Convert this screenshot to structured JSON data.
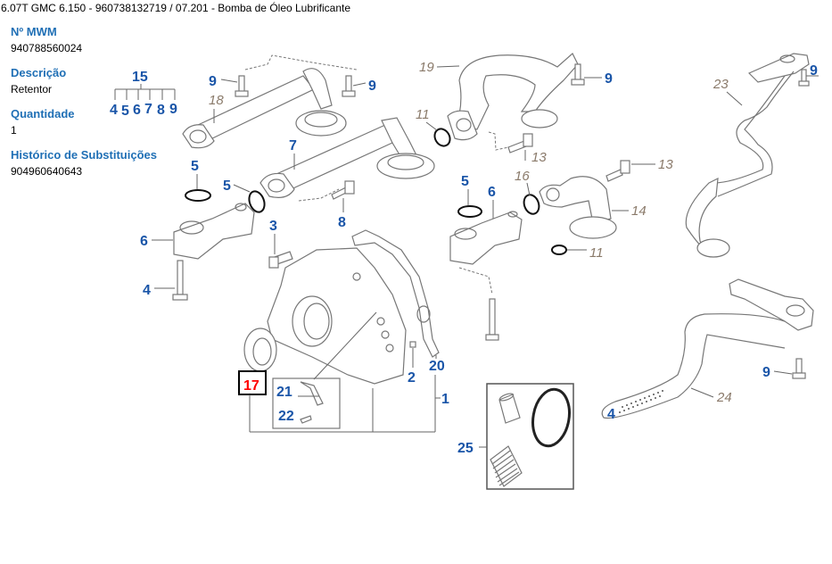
{
  "header": {
    "title": "6.07T GMC 6.150 - 960738132719  /  07.201 - Bomba de Óleo Lubrificante"
  },
  "details": {
    "mwm_label": "Nº MWM",
    "mwm_value": "940788560024",
    "description_label": "Descrição",
    "description_value": "Retentor",
    "quantity_label": "Quantidade",
    "quantity_value": "1",
    "history_label": "Histórico de Substituições",
    "history_value": "904960640643"
  },
  "diagram": {
    "selected_callout": "17",
    "group": {
      "parent": "15",
      "children": [
        "4",
        "5",
        "6",
        "7",
        "8",
        "9"
      ]
    },
    "callouts_primary": {
      "c9a": "9",
      "c9b": "9",
      "c5a": "5",
      "c5b": "5",
      "c7": "7",
      "c6a": "6",
      "c4": "4",
      "c3": "3",
      "c8": "8",
      "c9c": "9",
      "c5c": "5",
      "c6b": "6",
      "c20": "20",
      "c2": "2",
      "c1": "1",
      "c21": "21",
      "c22": "22",
      "c25": "25",
      "c9d": "9",
      "c9e": "9",
      "c4b": "4"
    },
    "callouts_secondary": {
      "c18": "18",
      "c19": "19",
      "c11a": "11",
      "c13a": "13",
      "c16": "16",
      "c13b": "13",
      "c14": "14",
      "c11b": "11",
      "c23": "23",
      "c24": "24"
    },
    "colors": {
      "primary": "#1a55a8",
      "secondary": "#8a7a6a",
      "selected": "#ff0000",
      "label": "#1f6fb5"
    }
  }
}
